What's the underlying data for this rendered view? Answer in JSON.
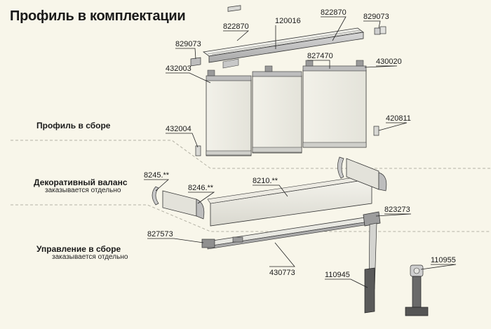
{
  "title": "Профиль в комплектации",
  "sections": {
    "profile_assembled": "Профиль в сборе",
    "valance": {
      "title": "Декоративный валанс",
      "note": "заказывается отдельно"
    },
    "control": {
      "title": "Управление в сборе",
      "note": "заказывается отдельно"
    }
  },
  "labels": {
    "p822870a": "822870",
    "p120016": "120016",
    "p822870b": "822870",
    "p829073a": "829073",
    "p829073b": "829073",
    "p827470": "827470",
    "p430020": "430020",
    "p432003": "432003",
    "p420811": "420811",
    "p432004": "432004",
    "p8245": "8245.**",
    "p8246": "8246.**",
    "p8210": "8210.**",
    "p823273": "823273",
    "p827573": "827573",
    "p110955": "110955",
    "p110945": "110945",
    "p430773": "430773"
  }
}
